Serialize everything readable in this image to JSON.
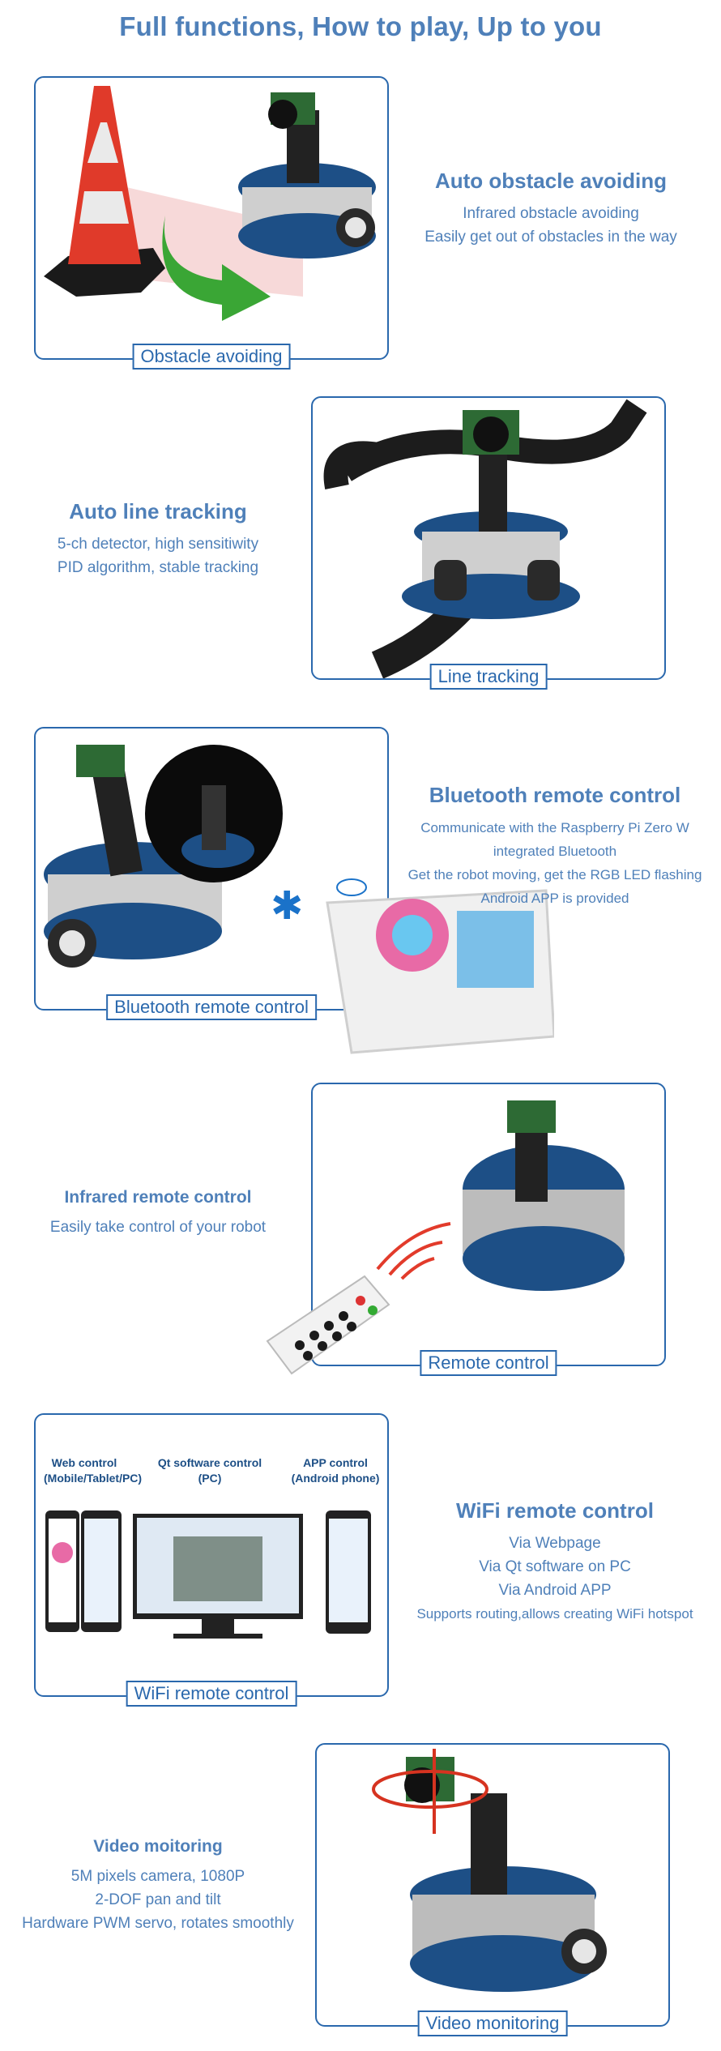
{
  "title": "Full functions, How to play, Up to you",
  "sections": [
    {
      "caption": "Obstacle avoiding",
      "heading": "Auto obstacle avoiding",
      "lines": [
        "Infrared obstacle avoiding",
        "Easily get out of obstacles in the way"
      ]
    },
    {
      "caption": "Line tracking",
      "heading": "Auto line tracking",
      "lines": [
        "5-ch detector, high sensitiwity",
        "PID algorithm, stable tracking"
      ]
    },
    {
      "caption": "Bluetooth remote control",
      "heading": "Bluetooth remote control",
      "lines": [
        "Communicate with the Raspberry Pi Zero W",
        "integrated Bluetooth",
        "Get the robot moving, get the RGB LED flashing",
        "Android APP is provided"
      ]
    },
    {
      "caption": "Remote control",
      "heading": "Infrared remote control",
      "lines": [
        "Easily take control of your robot"
      ]
    },
    {
      "caption": "WiFi remote control",
      "heading": "WiFi remote control",
      "lines": [
        "Via Webpage",
        "Via Qt software on PC",
        "Via Android APP",
        "Supports routing,allows creating WiFi hotspot"
      ],
      "screen_labels": [
        "Web control",
        "(Mobile/Tablet/PC)",
        "Qt software control",
        "(PC)",
        "APP control",
        "(Android phone)"
      ]
    },
    {
      "caption": "Video monitoring",
      "heading": "Video moitoring",
      "lines": [
        "5M pixels camera, 1080P",
        "2-DOF pan and tilt",
        "Hardware PWM servo, rotates smoothly"
      ]
    }
  ],
  "colors": {
    "accent": "#4f80b9",
    "frame": "#2a68ad",
    "robot_board": "#1d4f86",
    "green_arrow": "#3aa635",
    "cone": "#e03a2a"
  }
}
